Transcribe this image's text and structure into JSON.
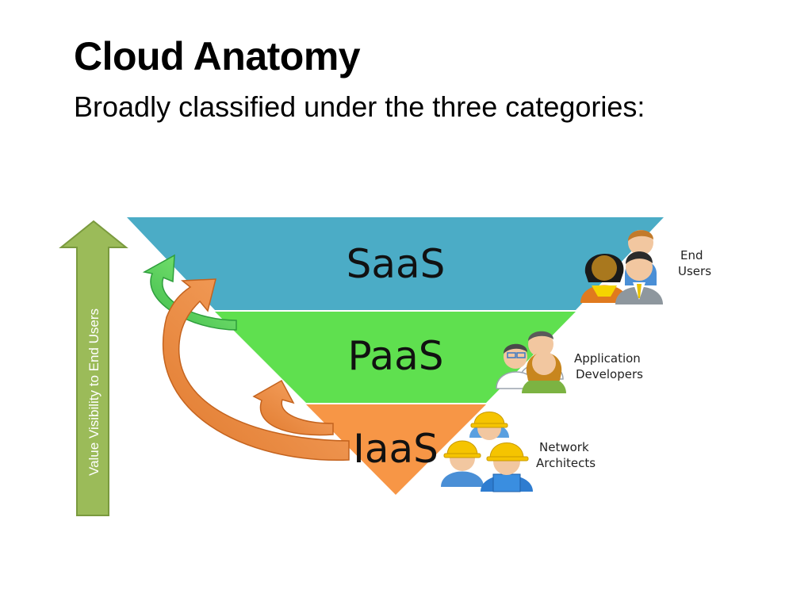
{
  "slide": {
    "title": "Cloud Anatomy",
    "subtitle": "Broadly classified under the three categories:"
  },
  "diagram": {
    "axis_label": "Value Visibility to End Users",
    "layers": [
      {
        "label": "SaaS",
        "color": "#4BACC6"
      },
      {
        "label": "PaaS",
        "color": "#5FE04F"
      },
      {
        "label": "IaaS",
        "color": "#F79646"
      }
    ],
    "roles": {
      "end_users": [
        "End",
        "Users"
      ],
      "developers": [
        "Application",
        "Developers"
      ],
      "architects": [
        "Network",
        "Architects"
      ]
    },
    "arrow_color": "#9BBB59",
    "icons": [
      "end-users-icon",
      "developers-icon",
      "network-architects-icon"
    ]
  }
}
